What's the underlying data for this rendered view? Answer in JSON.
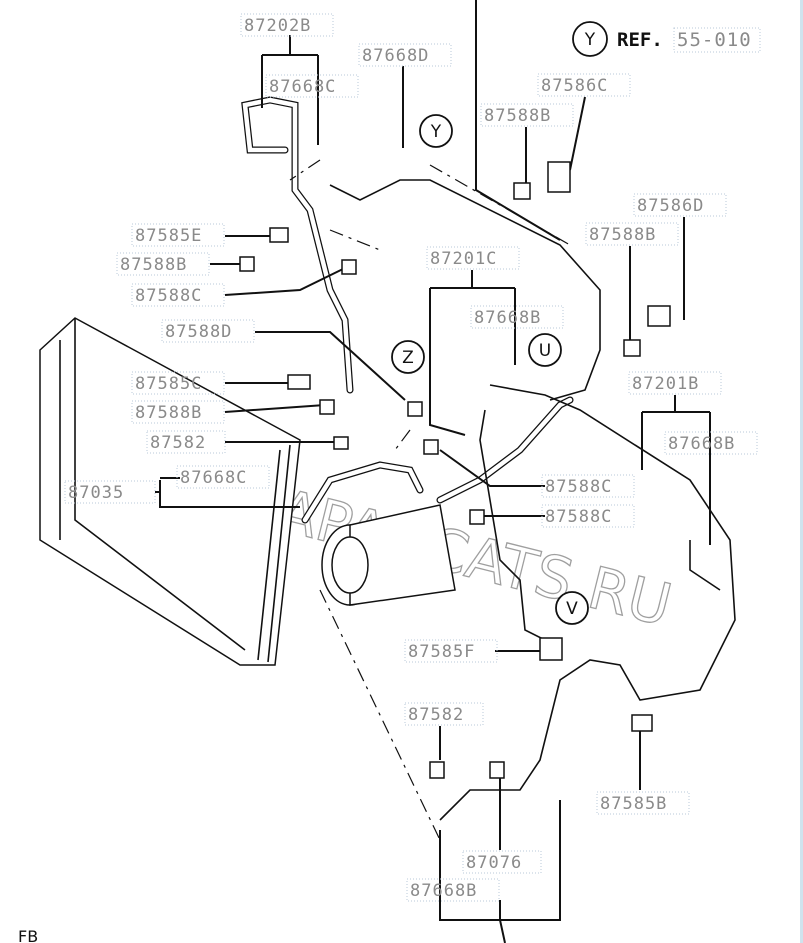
{
  "labels": {
    "l87202B": "87202B",
    "l87668C_top": "87668C",
    "l87668D": "87668D",
    "l87586C": "87586C",
    "l87588B_a": "87588B",
    "l87586D": "87586D",
    "l87588B_b": "87588B",
    "l87585E": "87585E",
    "l87588B_c": "87588B",
    "l87588C_a": "87588C",
    "l87201C": "87201C",
    "l87668B_a": "87668B",
    "l87588D": "87588D",
    "l87201B": "87201B",
    "l87585C": "87585C",
    "l87588B_d": "87588B",
    "l87668B_b": "87668B",
    "l87582_a": "87582",
    "l87668C_b": "87668C",
    "l87035": "87035",
    "l87588C_b": "87588C",
    "l87588C_c": "87588C",
    "l87585F": "87585F",
    "l87582_b": "87582",
    "l87585B": "87585B",
    "l87076": "87076",
    "l87668B_c": "87668B"
  },
  "callouts": {
    "Y": "Y",
    "Z": "Z",
    "U": "U",
    "V": "V"
  },
  "reference": {
    "letter": "Y",
    "prefix": "REF.",
    "code": "55-010"
  },
  "orientation": "FB",
  "watermark": "WWW.JAPANCATS.RU"
}
